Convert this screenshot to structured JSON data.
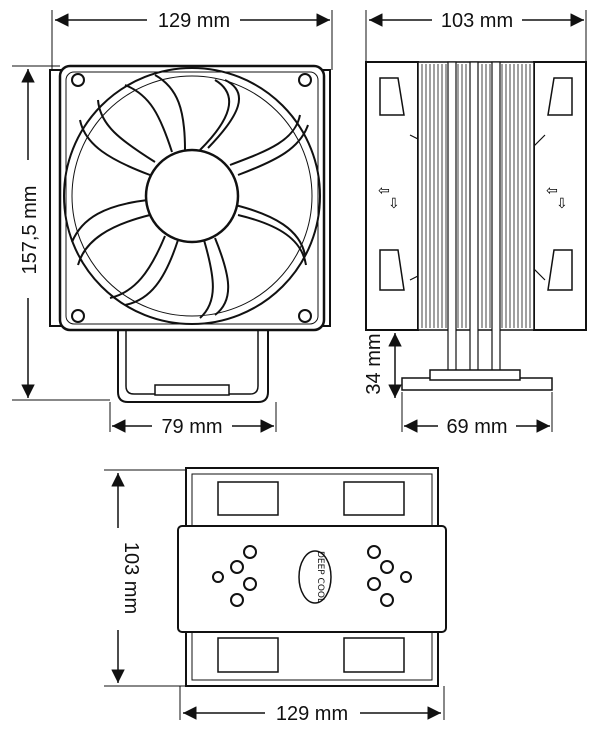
{
  "dimensions": {
    "front_width": "129 mm",
    "front_height": "157,5 mm",
    "base_width": "79 mm",
    "side_width": "103 mm",
    "side_base_height": "34 mm",
    "side_base_width": "69 mm",
    "top_depth": "103 mm",
    "top_width": "129 mm"
  },
  "logo_text": "DEEP COOL"
}
